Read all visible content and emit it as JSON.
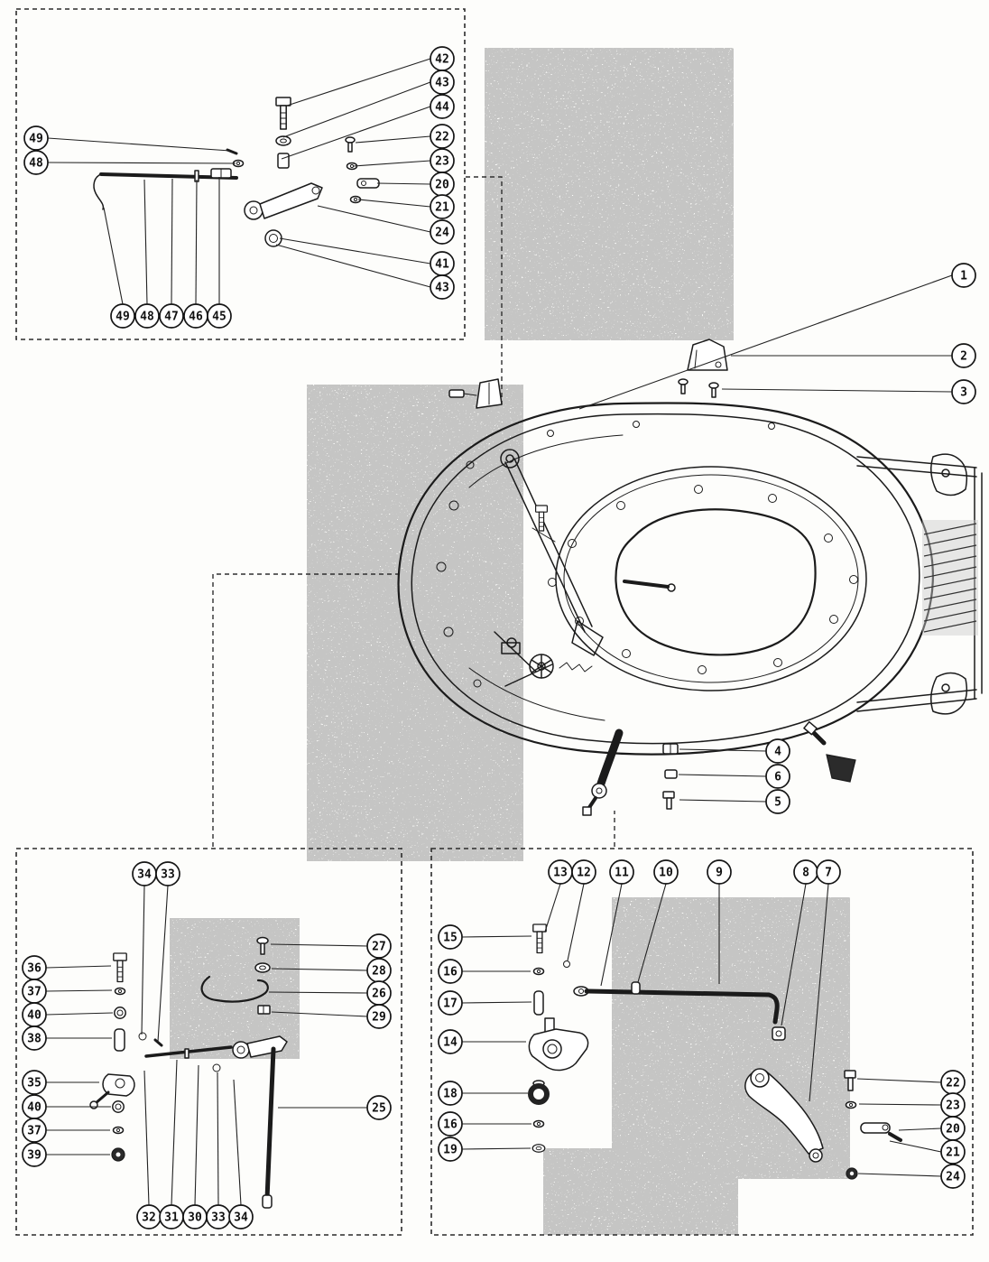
{
  "colors": {
    "ink": "#1b1b1b",
    "paper": "#fdfdfb"
  },
  "callouts": {
    "tl_right": [
      "42",
      "43",
      "44",
      "22",
      "23",
      "20",
      "21",
      "24",
      "41",
      "43"
    ],
    "tl_left": [
      "49",
      "48"
    ],
    "tl_bottom": [
      "49",
      "48",
      "47",
      "46",
      "45"
    ],
    "main_right": [
      "1",
      "2",
      "3"
    ],
    "main_bottom": [
      "4",
      "6",
      "5"
    ],
    "bl_top": [
      "34",
      "33"
    ],
    "bl_right": [
      "27",
      "28",
      "26",
      "29",
      "25"
    ],
    "bl_left": [
      "36",
      "37",
      "40",
      "38",
      "35",
      "40",
      "37",
      "39"
    ],
    "bl_bottom": [
      "32",
      "31",
      "30",
      "33",
      "34"
    ],
    "br_top": [
      "13",
      "12",
      "11",
      "10",
      "9",
      "8",
      "7"
    ],
    "br_left": [
      "15",
      "16",
      "17",
      "14",
      "18",
      "16",
      "19"
    ],
    "br_right": [
      "22",
      "23",
      "20",
      "21",
      "24"
    ]
  }
}
